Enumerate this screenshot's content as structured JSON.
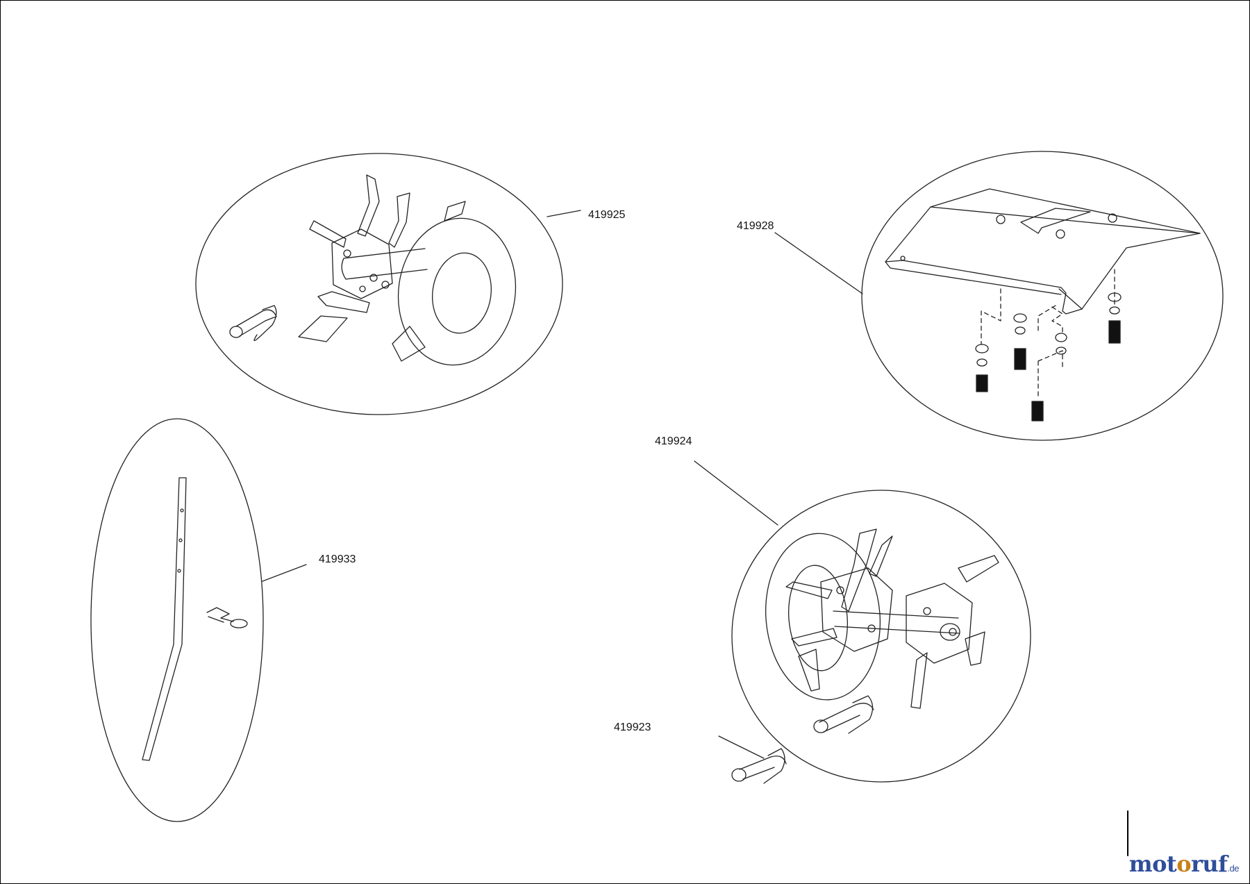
{
  "parts": [
    {
      "id": "p1",
      "number": "419925"
    },
    {
      "id": "p2",
      "number": "419928"
    },
    {
      "id": "p3",
      "number": "419924"
    },
    {
      "id": "p4",
      "number": "419933"
    },
    {
      "id": "p5",
      "number": "419923"
    }
  ],
  "watermark": {
    "part1": "mot",
    "part2": "o",
    "part3": "ruf",
    "part4": ".de"
  },
  "colors": {
    "line": "#222222",
    "brand_blue": "#2f4e9a",
    "brand_orange": "#c8821a"
  }
}
